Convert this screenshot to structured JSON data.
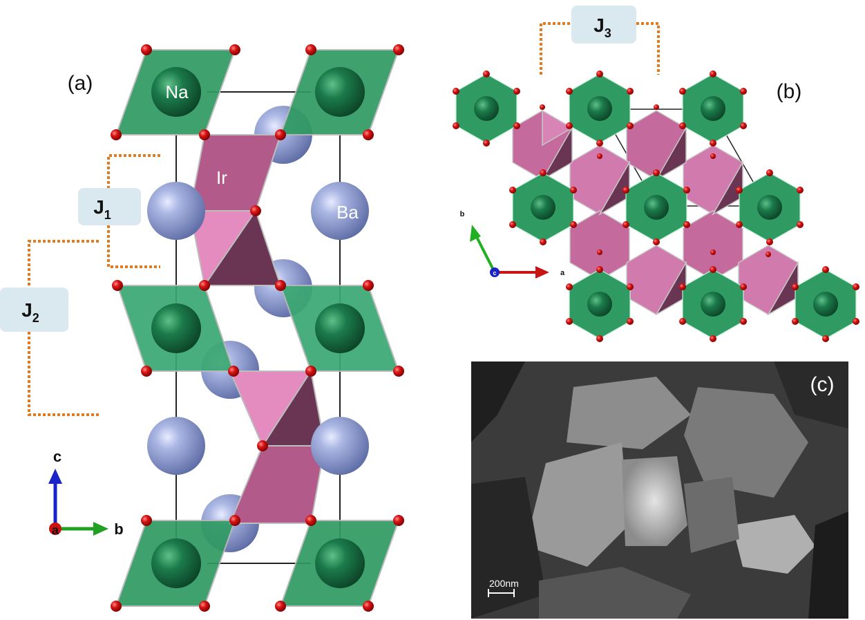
{
  "panels": {
    "a": {
      "label": "(a)"
    },
    "b": {
      "label": "(b)"
    },
    "c": {
      "label": "(c)"
    }
  },
  "atoms": {
    "na": "Na",
    "ir": "Ir",
    "ba": "Ba"
  },
  "exchange": {
    "j1": {
      "main": "J",
      "sub": "1"
    },
    "j2": {
      "main": "J",
      "sub": "2"
    },
    "j3": {
      "main": "J",
      "sub": "3"
    }
  },
  "axes_a": {
    "c": "c",
    "b": "b",
    "a": "a"
  },
  "axes_b": {
    "b": "b",
    "a": "a",
    "c": "c"
  },
  "scale_bar": "200nm",
  "colors": {
    "octa_green": "#2f9a62",
    "octa_green_dark": "#1d6e45",
    "octa_pink": "#c96ca0",
    "octa_pink_light": "#e58cbf",
    "octa_pink_dark": "#6a3552",
    "ba_sphere": "#9aa8d8",
    "oxygen": "#cc1111",
    "dotted_line": "#e07b22",
    "label_box": "#d9e9ef"
  }
}
